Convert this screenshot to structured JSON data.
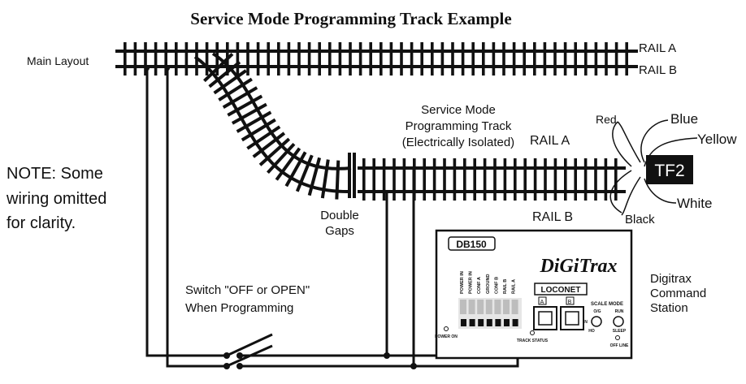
{
  "title": "Service Mode Programming Track Example",
  "labels": {
    "main_layout": "Main Layout",
    "rail_a_main": "RAIL A",
    "rail_b_main": "RAIL B",
    "service_track_line1": "Service Mode",
    "service_track_line2": "Programming Track",
    "service_track_line3": "(Electrically Isolated)",
    "rail_a_prog": "RAIL A",
    "rail_b_prog": "RAIL B",
    "double_gaps_line1": "Double",
    "double_gaps_line2": "Gaps",
    "note_line1": "NOTE: Some",
    "note_line2": "wiring omitted",
    "note_line3": "for clarity.",
    "switch_line1": "Switch \"OFF or OPEN\"",
    "switch_line2": "When Programming",
    "station_line1": "Digitrax",
    "station_line2": "Command",
    "station_line3": "Station"
  },
  "decoder": {
    "name": "TF2",
    "wires": [
      "Red",
      "Blue",
      "Yellow",
      "White",
      "Black"
    ]
  },
  "command_station": {
    "model": "DB150",
    "brand_logo": "DiGiTrax",
    "loconet_label": "LOCONET",
    "ports": [
      "A",
      "B"
    ],
    "terminal_labels": [
      "POWER IN",
      "POWER IN",
      "CONF A",
      "GROUND",
      "CONF B",
      "RAIL B",
      "RAIL A"
    ],
    "power_on": "POWER ON",
    "track_status": "TRACK STATUS",
    "scale_mode": "SCALE MODE",
    "run": "RUN",
    "sleep": "SLEEP",
    "off_line": "OFF LINE",
    "o_g": "O/G",
    "ho": "HO",
    "n": "N"
  },
  "icons": [
    "track-icon",
    "switch-icon",
    "decoder-icon",
    "command-station-icon",
    "digitrax-logo-icon"
  ]
}
